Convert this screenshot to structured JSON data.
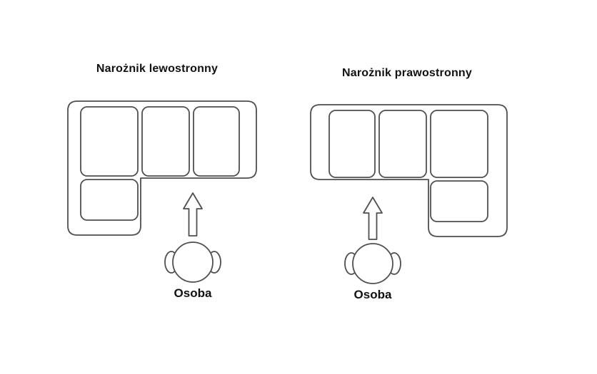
{
  "page": {
    "background": "#ffffff"
  },
  "colors": {
    "line": "#4f4f4f",
    "text": "#111111"
  },
  "diagrams": [
    {
      "id": "left-corner",
      "title": "Narożnik lewostronny",
      "sofa_icon": "corner-sofa-left-top-view-icon",
      "arrow_icon": "arrow-up-icon",
      "person_icon": "person-top-view-icon",
      "person_label": "Osoba"
    },
    {
      "id": "right-corner",
      "title": "Narożnik prawostronny",
      "sofa_icon": "corner-sofa-right-top-view-icon",
      "arrow_icon": "arrow-up-icon",
      "person_icon": "person-top-view-icon",
      "person_label": "Osoba"
    }
  ]
}
